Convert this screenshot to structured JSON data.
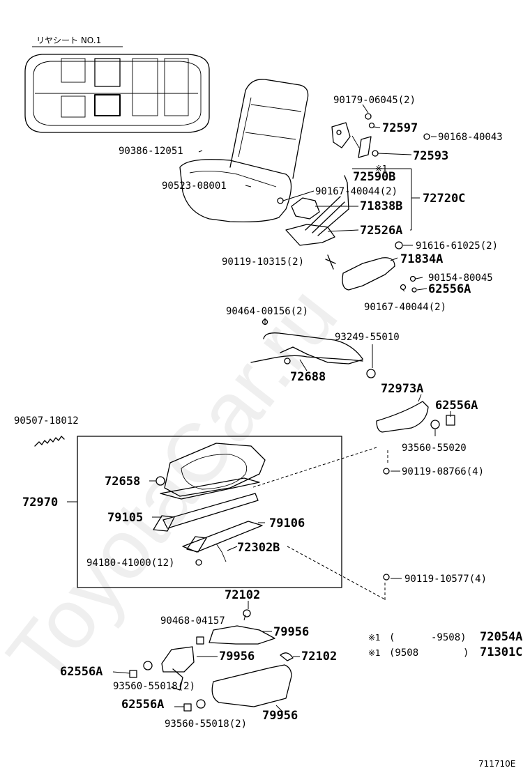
{
  "watermark": "ToyotaCar.ru",
  "inset_title": "リヤシート NO.1",
  "footer_code": "711710E",
  "notes": [
    {
      "mark": "※1",
      "open": "(",
      "range": "-9508)",
      "part": "72054A"
    },
    {
      "mark": "※1",
      "open": "(9508",
      "range": ")",
      "part": "71301C"
    }
  ],
  "callouts": {
    "p90179": "90179-06045(2)",
    "p72597": "72597",
    "p90168": "90168-40043",
    "p72593": "72593",
    "p90386": "90386-12051",
    "star1": "※1",
    "p72590B": "72590B",
    "p90523": "90523-08001",
    "p90167a": "90167-40044(2)",
    "p71838B": "71838B",
    "p72720C": "72720C",
    "p72526A": "72526A",
    "p91616": "91616-61025(2)",
    "p90119a": "90119-10315(2)",
    "p71834A": "71834A",
    "p90154": "90154-80045",
    "p62556Aa": "62556A",
    "p90167b": "90167-40044(2)",
    "p90464": "90464-00156(2)",
    "p93249": "93249-55010",
    "p72688": "72688",
    "p72973A": "72973A",
    "p62556Ab": "62556A",
    "p90507": "90507-18012",
    "p93560a": "93560-55020",
    "p90119b": "90119-08766(4)",
    "p72658": "72658",
    "p72970": "72970",
    "p79105": "79105",
    "p79106": "79106",
    "p72302B": "72302B",
    "p94180": "94180-41000(12)",
    "p90119c": "90119-10577(4)",
    "p72102a": "72102",
    "p90468": "90468-04157",
    "p79956a": "79956",
    "p79956b": "79956",
    "p72102b": "72102",
    "p62556Ac": "62556A",
    "p93560b": "93560-55018(2)",
    "p62556Ad": "62556A",
    "p93560c": "93560-55018(2)",
    "p79956c": "79956"
  }
}
